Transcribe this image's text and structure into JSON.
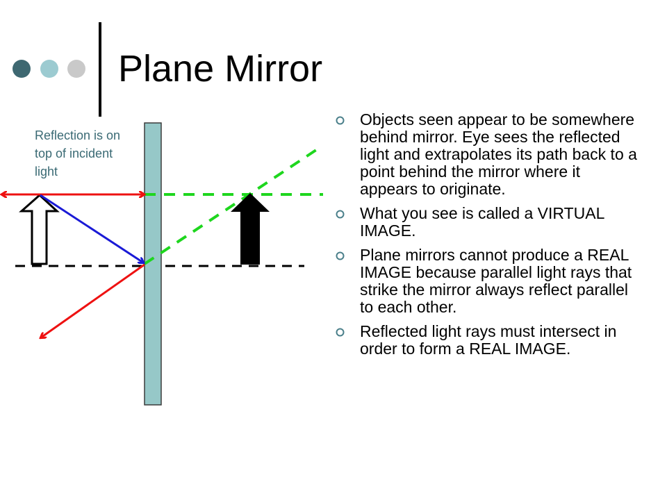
{
  "slide": {
    "title": "Plane Mirror",
    "colors": {
      "dot_dark": "#3e6871",
      "dot_mid": "#9ccbd1",
      "dot_light": "#c9c9c9",
      "mirror_fill": "#96c8c8",
      "incident_ray": "#ee1111",
      "reflected_ray": "#1a1ad6",
      "virtual_ray": "#1ed61e",
      "annotation_text": "#3a6a74",
      "bullet_icon": "#4a7f8a"
    }
  },
  "diagram": {
    "annotation": "Reflection is on top of incident light",
    "icons": [
      "object-arrow-icon",
      "image-arrow-icon",
      "plane-mirror-icon"
    ]
  },
  "bullets": [
    {
      "text": "Objects seen appear to be somewhere behind mirror. Eye sees the reflected light and extrapolates its path back to a point behind the mirror where it appears to originate."
    },
    {
      "text": "What you see is called a VIRTUAL IMAGE."
    },
    {
      "text": "Plane mirrors cannot produce a REAL IMAGE because parallel light rays that strike the mirror always reflect parallel to each other."
    },
    {
      "text": "Reflected light rays must intersect in order to form a REAL IMAGE."
    }
  ]
}
